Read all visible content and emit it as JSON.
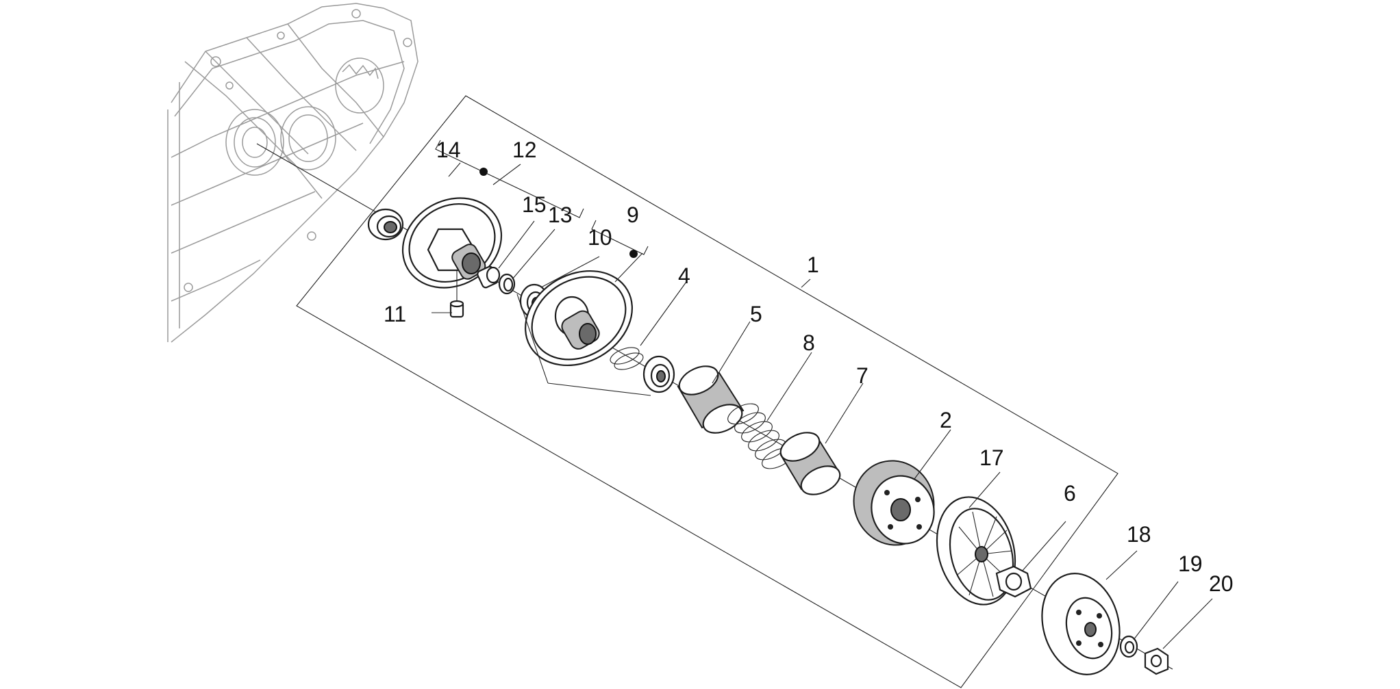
{
  "callouts": [
    {
      "id": "1",
      "label": "1"
    },
    {
      "id": "2",
      "label": "2"
    },
    {
      "id": "4",
      "label": "4"
    },
    {
      "id": "5",
      "label": "5"
    },
    {
      "id": "6",
      "label": "6"
    },
    {
      "id": "7",
      "label": "7"
    },
    {
      "id": "8",
      "label": "8"
    },
    {
      "id": "9",
      "label": "9"
    },
    {
      "id": "10",
      "label": "10"
    },
    {
      "id": "11",
      "label": "11"
    },
    {
      "id": "12",
      "label": "12"
    },
    {
      "id": "13",
      "label": "13"
    },
    {
      "id": "14",
      "label": "14"
    },
    {
      "id": "15",
      "label": "15"
    },
    {
      "id": "17",
      "label": "17"
    },
    {
      "id": "18",
      "label": "18"
    },
    {
      "id": "19",
      "label": "19"
    },
    {
      "id": "20",
      "label": "20"
    }
  ]
}
